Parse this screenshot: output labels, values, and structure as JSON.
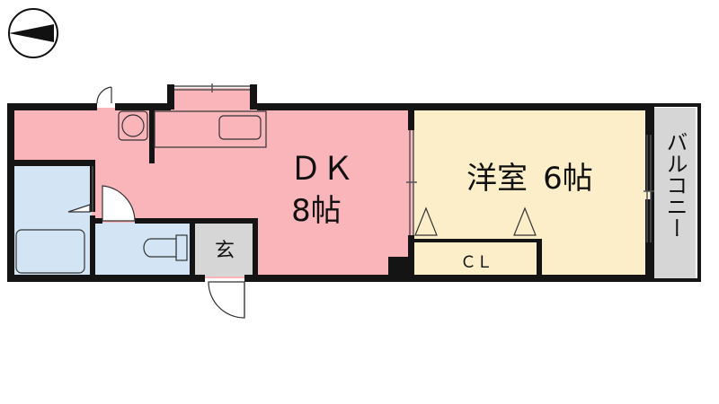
{
  "floorplan": {
    "rooms": {
      "dk": {
        "name": "ＤＫ",
        "size": "8帖",
        "color": "#fab5bb"
      },
      "western": {
        "name": "洋室",
        "size": "6帖",
        "color": "#fbeec9"
      },
      "closet": {
        "name": "ＣＬ"
      },
      "entrance": {
        "name": "玄"
      },
      "balcony": {
        "name": "バルコニー",
        "color": "#d6d6d6"
      },
      "bath": {
        "color": "#d3e5f5"
      },
      "toilet": {
        "color": "#d3e5f5"
      }
    },
    "compass": {
      "icon": "north-arrow-icon"
    },
    "wall_color": "#141414"
  }
}
